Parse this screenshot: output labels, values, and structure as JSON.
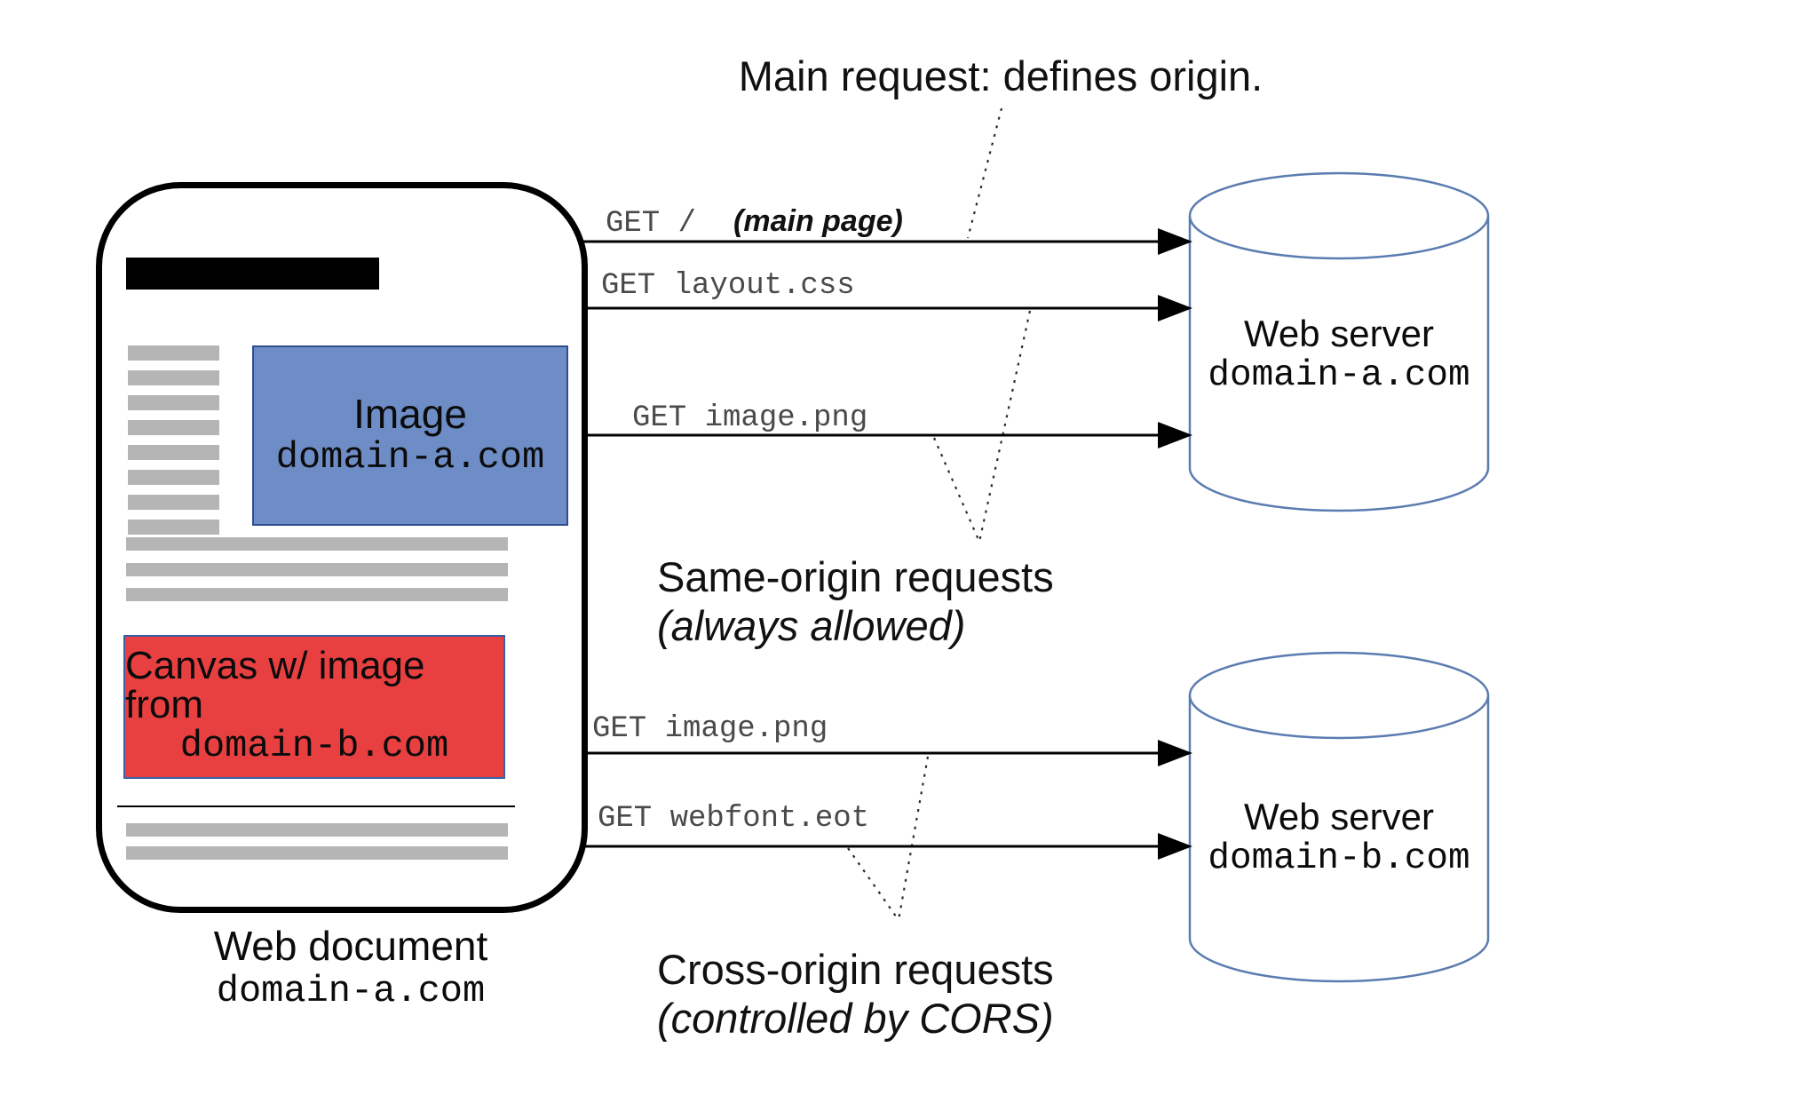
{
  "title": "Main request: defines origin.",
  "browser": {
    "caption_line1": "Web document",
    "caption_line2": "domain-a.com",
    "image_box": {
      "line1": "Image",
      "line2": "domain-a.com"
    },
    "canvas_box": {
      "line1": "Canvas w/ image from",
      "line2": "domain-b.com"
    }
  },
  "servers": [
    {
      "name": "Web server",
      "domain": "domain-a.com"
    },
    {
      "name": "Web server",
      "domain": "domain-b.com"
    }
  ],
  "requests": [
    {
      "label": "GET /",
      "note": "(main page)"
    },
    {
      "label": "GET layout.css"
    },
    {
      "label": "GET image.png"
    },
    {
      "label": "GET image.png"
    },
    {
      "label": "GET webfont.eot"
    }
  ],
  "annotations": {
    "same_origin": {
      "line1": "Same-origin requests",
      "line2": "(always allowed)"
    },
    "cross_origin": {
      "line1": "Cross-origin requests",
      "line2": "(controlled by CORS)"
    }
  },
  "colors": {
    "ink": "#000000",
    "label_gray": "#4a4a4a",
    "blue_fill": "#6e8dc6",
    "blue_border": "#2e4d8f",
    "red_fill": "#e84040",
    "red_border": "#3a5fa5",
    "bar_gray": "#b5b5b5",
    "cyl_stroke": "#5b7cb0",
    "paper": "#ffffff"
  }
}
